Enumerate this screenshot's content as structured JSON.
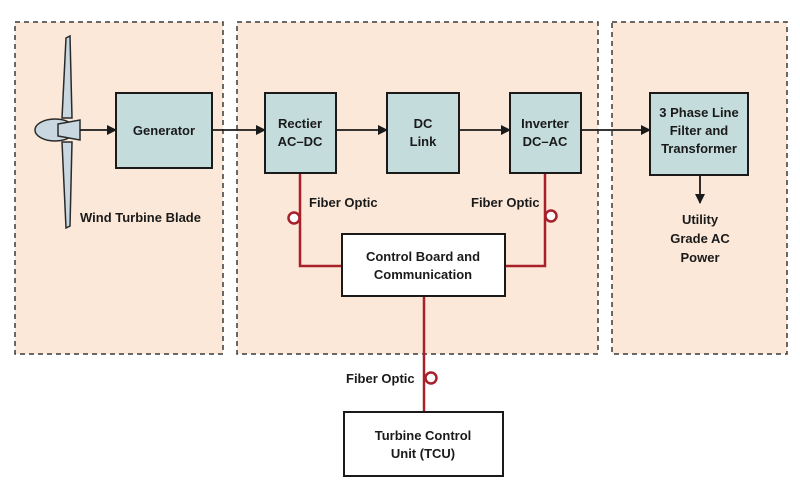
{
  "colors": {
    "zone_fill": "#fbe8d8",
    "zone_border": "#3a3a3a",
    "block_fill": "#c5dcdc",
    "block_border": "#1a1a1a",
    "fiber": "#a8202a",
    "wire": "#1a1a1a"
  },
  "blade": {
    "label": "Wind Turbine Blade",
    "icon": "turbine-blade-icon"
  },
  "blocks": {
    "generator": "Generator",
    "rectifier": [
      "Rectier",
      "AC–DC"
    ],
    "dc_link": [
      "DC",
      "Link"
    ],
    "inverter": [
      "Inverter",
      "DC–AC"
    ],
    "filter": [
      "3 Phase Line",
      "Filter and",
      "Transformer"
    ],
    "control_board": [
      "Control Board and",
      "Communication"
    ],
    "tcu": [
      "Turbine Control",
      "Unit (TCU)"
    ]
  },
  "output": [
    "Utility",
    "Grade AC",
    "Power"
  ],
  "fiber_labels": {
    "rectifier_link": "Fiber Optic",
    "inverter_link": "Fiber Optic",
    "tcu_link": "Fiber Optic"
  }
}
